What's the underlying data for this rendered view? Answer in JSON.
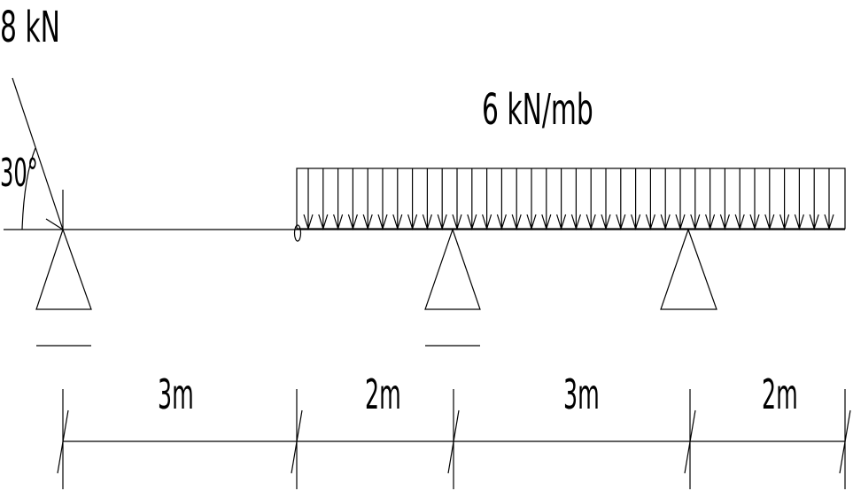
{
  "point_load": {
    "label": "8 kN",
    "angle_label": "30°"
  },
  "distributed_load": {
    "label": "6 kN/mb"
  },
  "dimensions": [
    {
      "label": "3m",
      "length": 3
    },
    {
      "label": "2m",
      "length": 2
    },
    {
      "label": "3m",
      "length": 3
    },
    {
      "label": "2m",
      "length": 2
    }
  ],
  "supports": [
    "pin",
    "pin",
    "roller"
  ],
  "hinge": "internal-hinge",
  "colors": {
    "line": "#000000",
    "background": "#ffffff"
  }
}
